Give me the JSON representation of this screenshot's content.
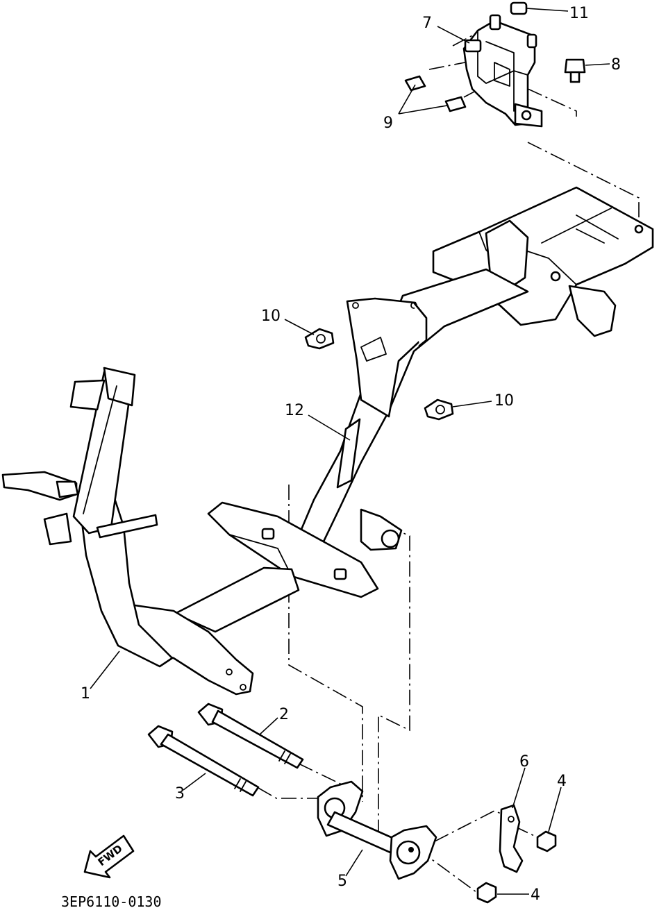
{
  "drawing_code": "3EP6110-0130",
  "fwd_label": "FWD",
  "callouts": {
    "c1": "1",
    "c2": "2",
    "c3": "3",
    "c4a": "4",
    "c4b": "4",
    "c5": "5",
    "c6": "6",
    "c7": "7",
    "c8": "8",
    "c9": "9",
    "c10a": "10",
    "c10b": "10",
    "c11": "11",
    "c12": "12"
  }
}
